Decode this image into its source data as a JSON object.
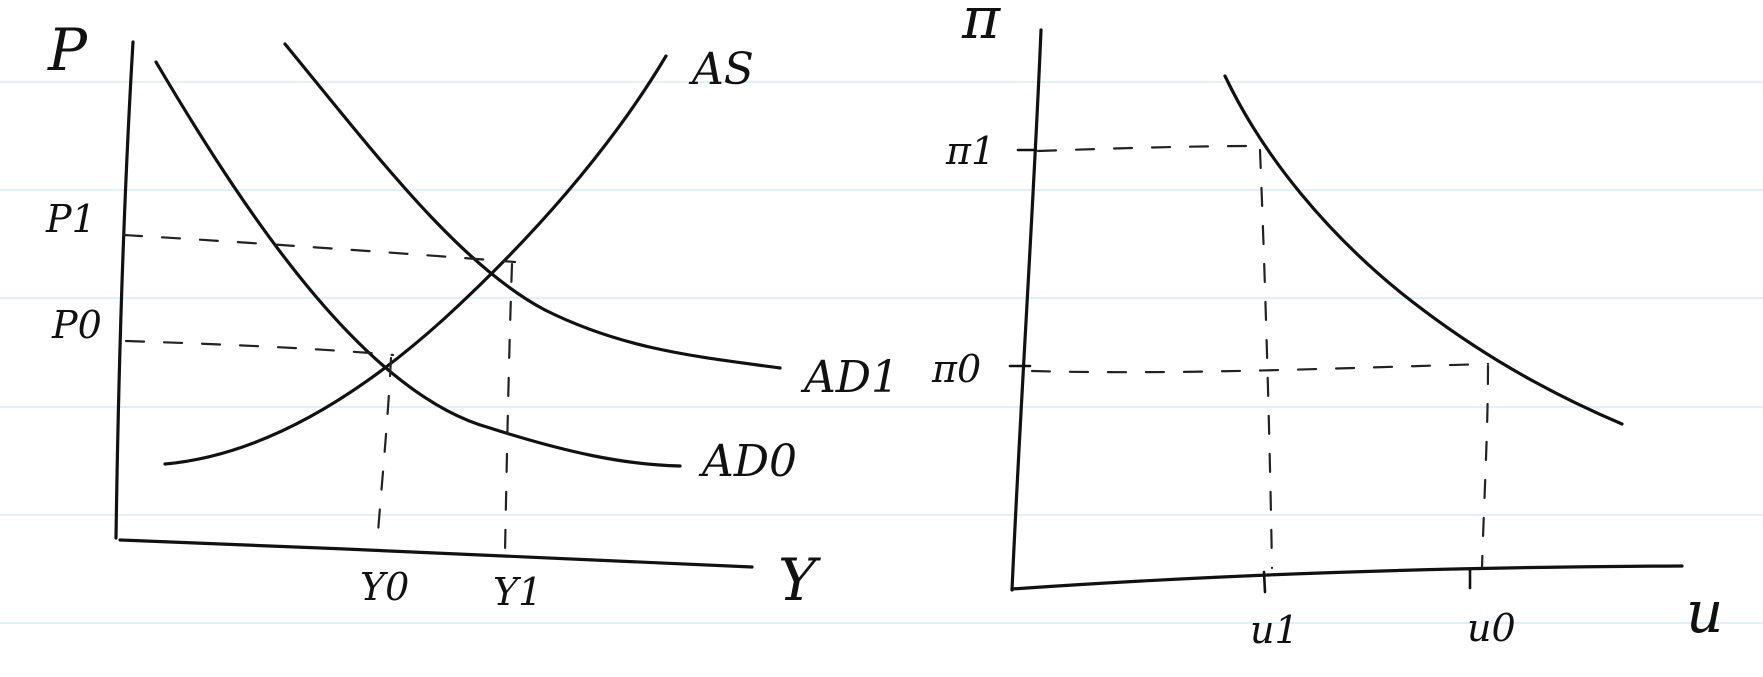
{
  "page": {
    "background": "#ffffff",
    "rule_color": "#bfe3ef",
    "ink_color": "#111111"
  },
  "left_diagram": {
    "y_axis_label": "P",
    "x_axis_label": "Y",
    "price_labels": [
      "P1",
      "P0"
    ],
    "output_labels": [
      "Y0",
      "Y1"
    ],
    "curve_labels": {
      "supply": "AS",
      "demand_new": "AD1",
      "demand_old": "AD0"
    }
  },
  "right_diagram": {
    "y_axis_label": "π",
    "x_axis_label": "u",
    "y_labels": [
      "π1",
      "π0"
    ],
    "x_labels": [
      "u1",
      "u0"
    ]
  }
}
